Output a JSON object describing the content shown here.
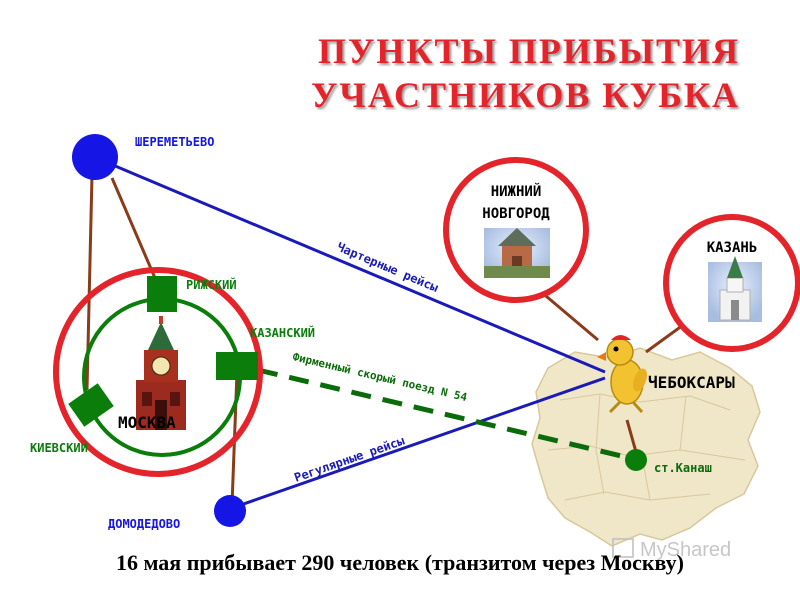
{
  "title": {
    "line1": "ПУНКТЫ ПРИБЫТИЯ",
    "line2": "УЧАСТНИКОВ КУБКА"
  },
  "airports": {
    "sheremetyevo": "ШЕРЕМЕТЬЕВО",
    "domodedovo": "ДОМОДЕДОВО"
  },
  "stations": {
    "rizhsky": "РИЖСКИЙ",
    "kazansky": "КАЗАНСКИЙ",
    "kievsky": "КИЕВСКИЙ"
  },
  "cities": {
    "moscow": "МОСКВА",
    "nizhny_line1": "НИЖНИЙ",
    "nizhny_line2": "НОВГОРОД",
    "kazan": "КАЗАНЬ",
    "cheboksary": "ЧЕБОКСАРЫ",
    "kanash": "ст.Канаш"
  },
  "routes": {
    "charter": "Чартерные рейсы",
    "train": "Фирменный скорый поезд N 54",
    "regular": "Регулярные рейсы"
  },
  "footer": "16 мая прибывает 290 человек (транзитом через Москву)",
  "watermark": "MyShared",
  "colors": {
    "title_red": "#e3242b",
    "ring_red": "#e3242b",
    "airport_blue": "#1515e6",
    "route_blue": "#1a1ab8",
    "station_green": "#0b7d0b",
    "train_green": "#0b6b0b",
    "connector_brown": "#8a3b1a",
    "region_map": "#f0e6c8"
  }
}
